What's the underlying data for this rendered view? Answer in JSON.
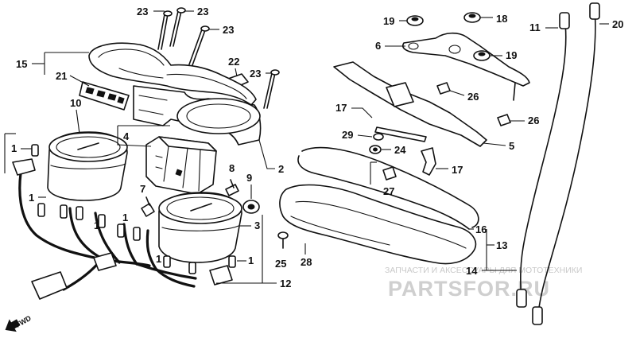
{
  "diagram": {
    "callouts": {
      "c23a": "23",
      "c23b": "23",
      "c23c": "23",
      "c23d": "23",
      "c22": "22",
      "c15": "15",
      "c21": "21",
      "c10": "10",
      "c4": "4",
      "c1a": "1",
      "c1b": "1",
      "c1c": "1",
      "c1d": "1",
      "c1e": "1",
      "c1f": "1",
      "c7": "7",
      "c8": "8",
      "c9": "9",
      "c3": "3",
      "c2": "2",
      "c25": "25",
      "c28": "28",
      "c12": "12",
      "c19a": "19",
      "c18": "18",
      "c6": "6",
      "c19b": "19",
      "c26a": "26",
      "c26b": "26",
      "c17a": "17",
      "c29": "29",
      "c24": "24",
      "c27": "27",
      "c17b": "17",
      "c5": "5",
      "c11": "11",
      "c20": "20",
      "c16": "16",
      "c13": "13",
      "c14": "14"
    },
    "fwd_label": "FWD"
  },
  "watermark": {
    "line1": "ЗАПЧАСТИ И АКСЕССУАРЫ ДЛЯ МОТОТЕХНИКИ",
    "line2": "PARTSFOR.RU"
  }
}
